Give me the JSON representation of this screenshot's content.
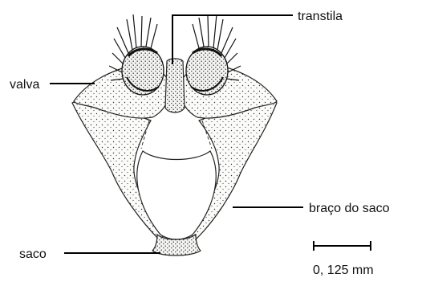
{
  "labels": {
    "transtila": "transtila",
    "valva": "valva",
    "braco_do_saco": "braço do saco",
    "saco": "saco"
  },
  "scale_bar": {
    "text": "0, 125 mm"
  },
  "colors": {
    "ink": "#000000",
    "fill": "#f7f7f5",
    "background": "#ffffff"
  }
}
